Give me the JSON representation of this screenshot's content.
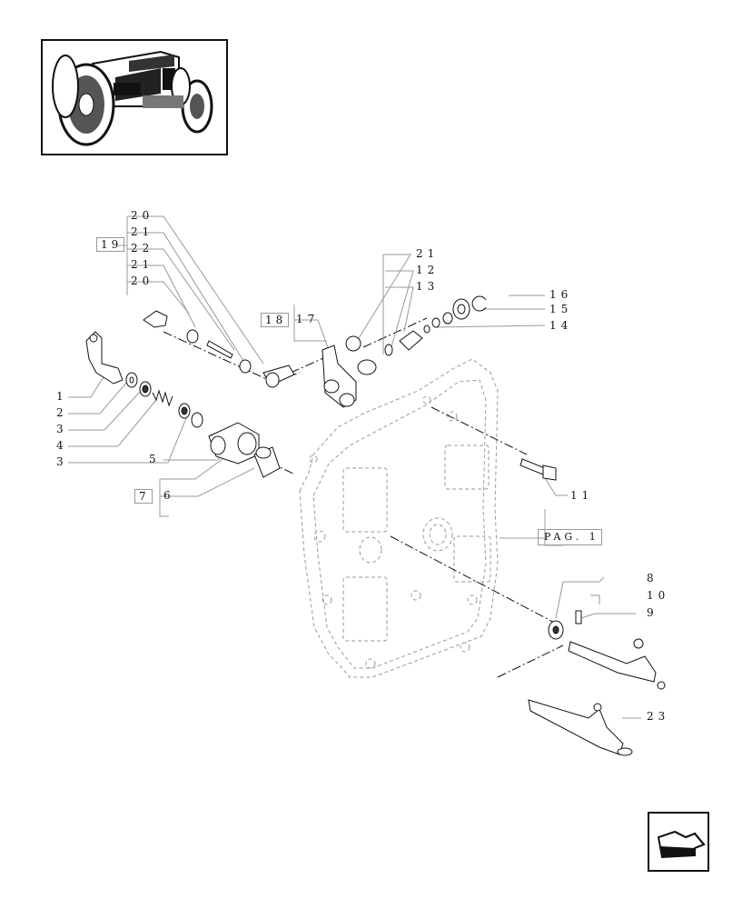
{
  "thumbnail": {
    "icon": "tractor-icon"
  },
  "callouts": {
    "c1": "1",
    "c2": "2",
    "c3a": "3",
    "c4": "4",
    "c3b": "3",
    "c5": "5",
    "c6": "6",
    "c7": "7",
    "c8": "8",
    "c9": "9",
    "c10": "10",
    "c11": "11",
    "c12": "12",
    "c13": "13",
    "c14": "14",
    "c15": "15",
    "c16": "16",
    "c17": "17",
    "c18": "18",
    "c19": "19",
    "c20a": "20",
    "c21a": "21",
    "c22": "22",
    "c21b": "21",
    "c20b": "20",
    "c21c": "21",
    "c23": "23"
  },
  "page_ref": "PAG. 1",
  "nav": {
    "icon": "previous-page-arrow-icon"
  }
}
